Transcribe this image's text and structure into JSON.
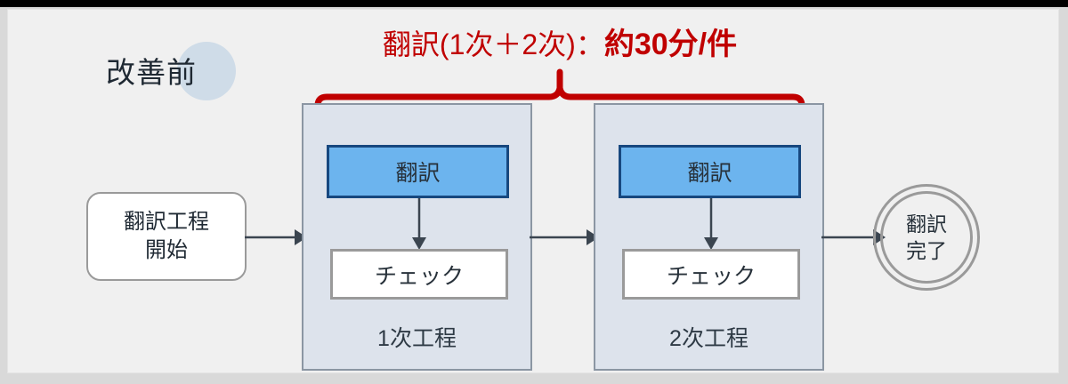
{
  "colors": {
    "accent_red": "#c00000",
    "translate_fill": "#6cb4ee",
    "translate_border": "#17487f",
    "group_fill": "#dde3ec",
    "group_border": "#8b96a3",
    "badge_circle": "#cfdce8",
    "canvas_bg": "#f0f0f0",
    "arrow": "#3b4550",
    "node_border": "#9a9a9a"
  },
  "badge": {
    "label": "改善前"
  },
  "headline": {
    "light_part": "翻訳(1次＋2次)：",
    "bold_part": "約30分/件",
    "full": "翻訳(1次＋2次)：約30分/件"
  },
  "start_node": {
    "line1": "翻訳工程",
    "line2": "開始"
  },
  "groups": [
    {
      "label": "1次工程",
      "translate_label": "翻訳",
      "check_label": "チェック"
    },
    {
      "label": "2次工程",
      "translate_label": "翻訳",
      "check_label": "チェック"
    }
  ],
  "end_node": {
    "line1": "翻訳",
    "line2": "完了"
  }
}
